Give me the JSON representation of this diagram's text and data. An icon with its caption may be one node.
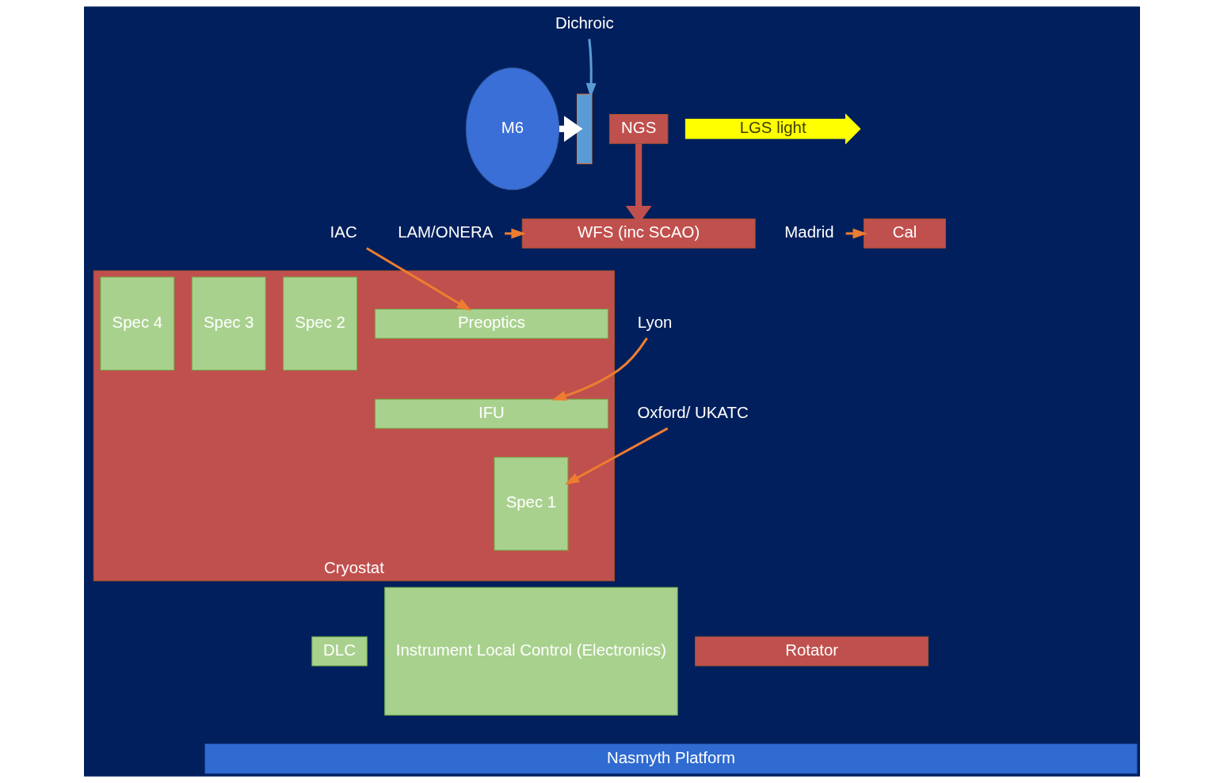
{
  "diagram": {
    "nodes": [
      {
        "text": [
          "M6"
        ]
      },
      {
        "text": [
          "Dichroic"
        ]
      },
      {
        "text": [],
        "shape": "bar"
      },
      {
        "text": [
          "NGS"
        ]
      },
      {
        "text": [
          "LGS light"
        ]
      },
      {
        "text": [
          "LAM/ONERA"
        ]
      },
      {
        "text": [
          "WFS (inc SCAO)"
        ]
      },
      {
        "text": [
          "Cal"
        ]
      },
      {
        "text": [
          "Madrid"
        ]
      },
      {
        "text": [
          "Cryostat"
        ]
      },
      {
        "text": [
          "Preoptics"
        ],
        "in": 9
      },
      {
        "text": [
          "IAC"
        ]
      },
      {
        "text": [
          "IFU"
        ],
        "in": 9
      },
      {
        "text": [
          "Lyon"
        ]
      },
      {
        "text": [
          "Spec 1"
        ],
        "in": 9
      },
      {
        "text": [
          "Spec 2"
        ],
        "in": 9
      },
      {
        "text": [
          "Spec 3"
        ],
        "in": 9
      },
      {
        "text": [
          "Spec 4"
        ],
        "in": 9
      },
      {
        "text": [
          "DLC"
        ]
      },
      {
        "text": [
          "Oxford/ UKATC"
        ]
      },
      {
        "text": [
          "Instrument Local Control (Electronics)"
        ]
      },
      {
        "text": [
          "Rotator"
        ]
      },
      {
        "text": [
          "Nasmyth Platform"
        ]
      }
    ],
    "edges": [
      {
        "from": 0,
        "to": 2,
        "arrow": "to",
        "style": "thick",
        "color": "#ffffff"
      },
      {
        "from": 1,
        "to": 2,
        "arrow": "to",
        "color": "#5b9bd5"
      },
      {
        "from": 3,
        "to": 6,
        "arrow": "to",
        "style": "thick",
        "color": "#c0504d"
      },
      {
        "from": 5,
        "to": 6,
        "arrow": "to"
      },
      {
        "from": 8,
        "to": 7,
        "arrow": "to"
      },
      {
        "from": 11,
        "to": 10,
        "arrow": "to"
      },
      {
        "from": 13,
        "to": 12,
        "arrow": "to"
      },
      {
        "from": 19,
        "to": 14,
        "arrow": "to"
      }
    ]
  }
}
